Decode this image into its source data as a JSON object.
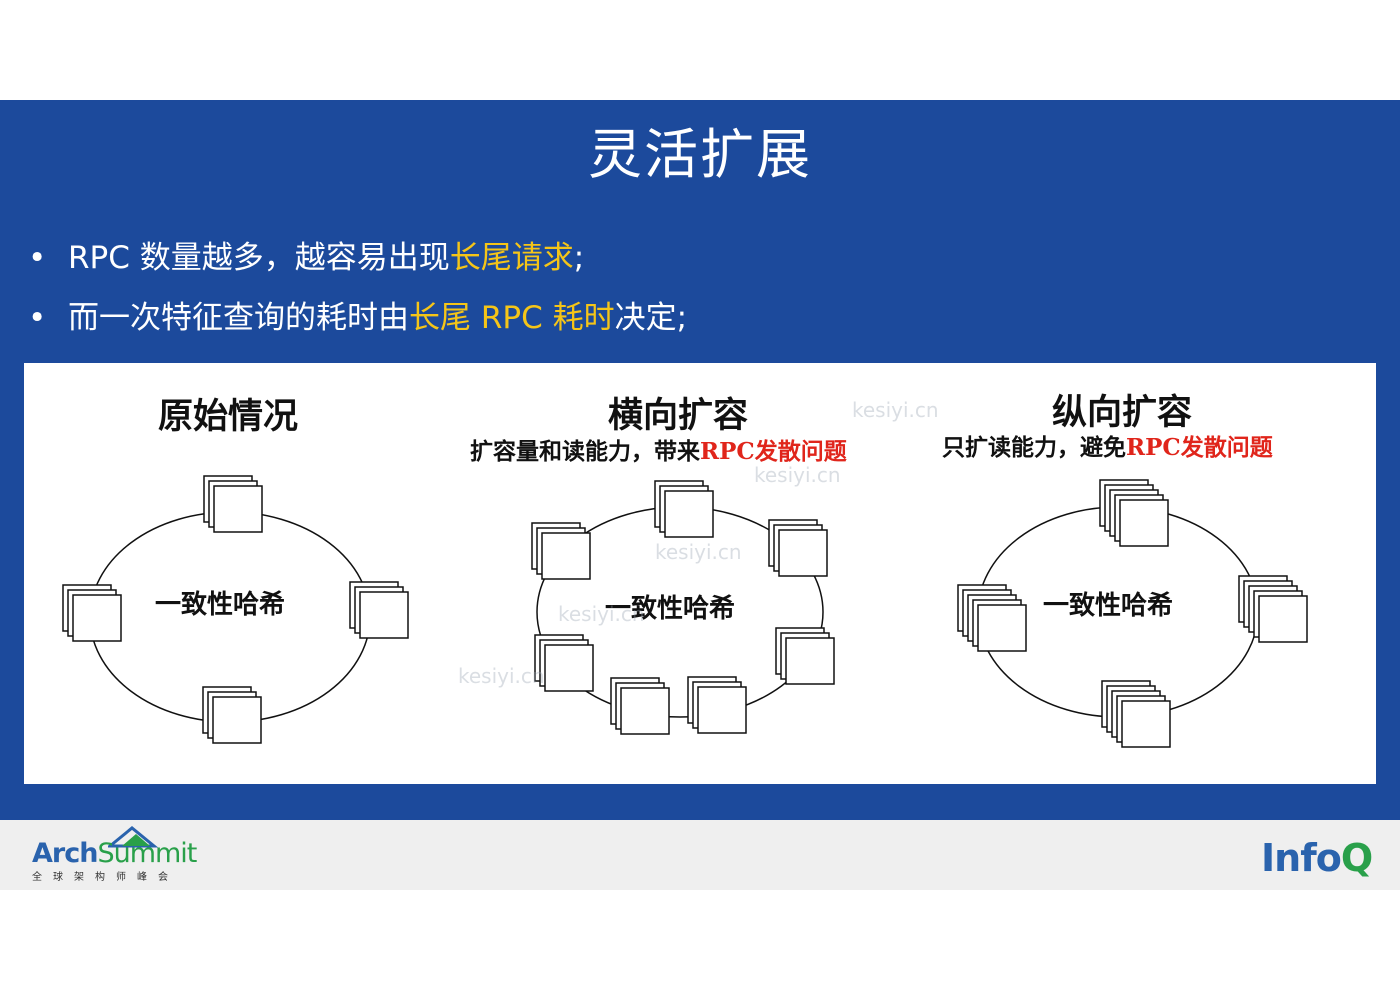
{
  "slide": {
    "title": "灵活扩展",
    "bullets": [
      {
        "dot": "•",
        "before": "RPC 数量越多，越容易出现",
        "highlight": "长尾请求",
        "after": ";"
      },
      {
        "dot": "•",
        "before": "而一次特征查询的耗时由",
        "highlight": "长尾 RPC 耗时",
        "after": "决定;"
      }
    ],
    "colors": {
      "background": "#1c4a9c",
      "highlight": "#f5c518",
      "emphasis": "#e0251b"
    }
  },
  "panels": [
    {
      "title": "原始情况",
      "subtitle_plain": "",
      "subtitle_red": "",
      "ring_label": "一致性哈希"
    },
    {
      "title": "横向扩容",
      "subtitle_plain": "扩容量和读能力，带来",
      "subtitle_red": "RPC发散问题",
      "ring_label": "一致性哈希"
    },
    {
      "title": "纵向扩容",
      "subtitle_plain": "只扩读能力，避免",
      "subtitle_red": "RPC发散问题",
      "ring_label": "一致性哈希"
    }
  ],
  "footer": {
    "arch_logo_main": "Arch",
    "arch_logo_second": "Summit",
    "arch_logo_sub": "全球架构师峰会",
    "infoq_main": "Info",
    "infoq_q": "Q"
  },
  "watermarks": [
    "kesiyi.cn",
    "kesiyi.cn",
    "kesiyi.cn",
    "kesiyi.cn",
    "kesiyi.cn"
  ]
}
